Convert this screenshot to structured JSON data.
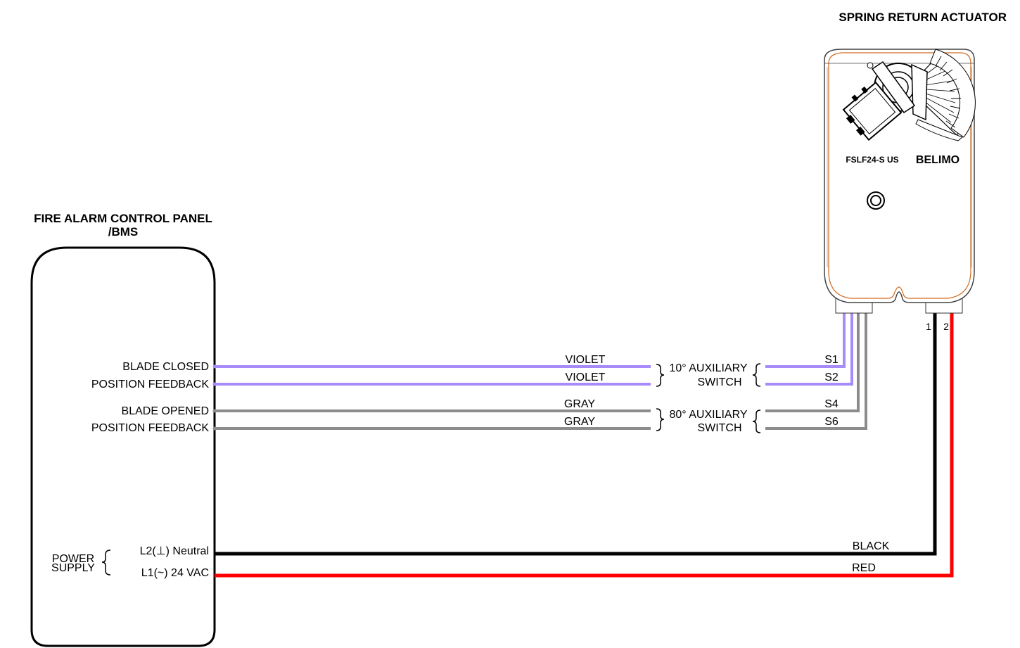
{
  "panel": {
    "title_line1": "FIRE ALARM CONTROL PANEL",
    "title_line2": "/BMS",
    "blade_closed": "BLADE CLOSED",
    "position_feedback_1": "POSITION FEEDBACK",
    "blade_opened": "BLADE OPENED",
    "position_feedback_2": "POSITION FEEDBACK",
    "power_label_1": "POWER",
    "power_label_2": "SUPPLY",
    "l2_neutral": "L2(⊥) Neutral",
    "l1_24vac": "L1(~) 24 VAC"
  },
  "actuator": {
    "title": "SPRING RETURN ACTUATOR",
    "model": "FSLF24-S US",
    "brand": "BELIMO",
    "terminal_1": "1",
    "terminal_2": "2"
  },
  "wires": {
    "violet_1": "VIOLET",
    "violet_2": "VIOLET",
    "gray_1": "GRAY",
    "gray_2": "GRAY",
    "black": "BLACK",
    "red": "RED"
  },
  "switches": {
    "aux10_line1": "10° AUXILIARY",
    "aux10_line2": "SWITCH",
    "aux80_line1": "80° AUXILIARY",
    "aux80_line2": "SWITCH",
    "s1": "S1",
    "s2": "S2",
    "s4": "S4",
    "s6": "S6"
  },
  "colors": {
    "violet": "#a78bfa",
    "gray": "#8c8c8c",
    "black": "#000000",
    "red": "#ff0000",
    "outline_orange": "#d2691e"
  }
}
